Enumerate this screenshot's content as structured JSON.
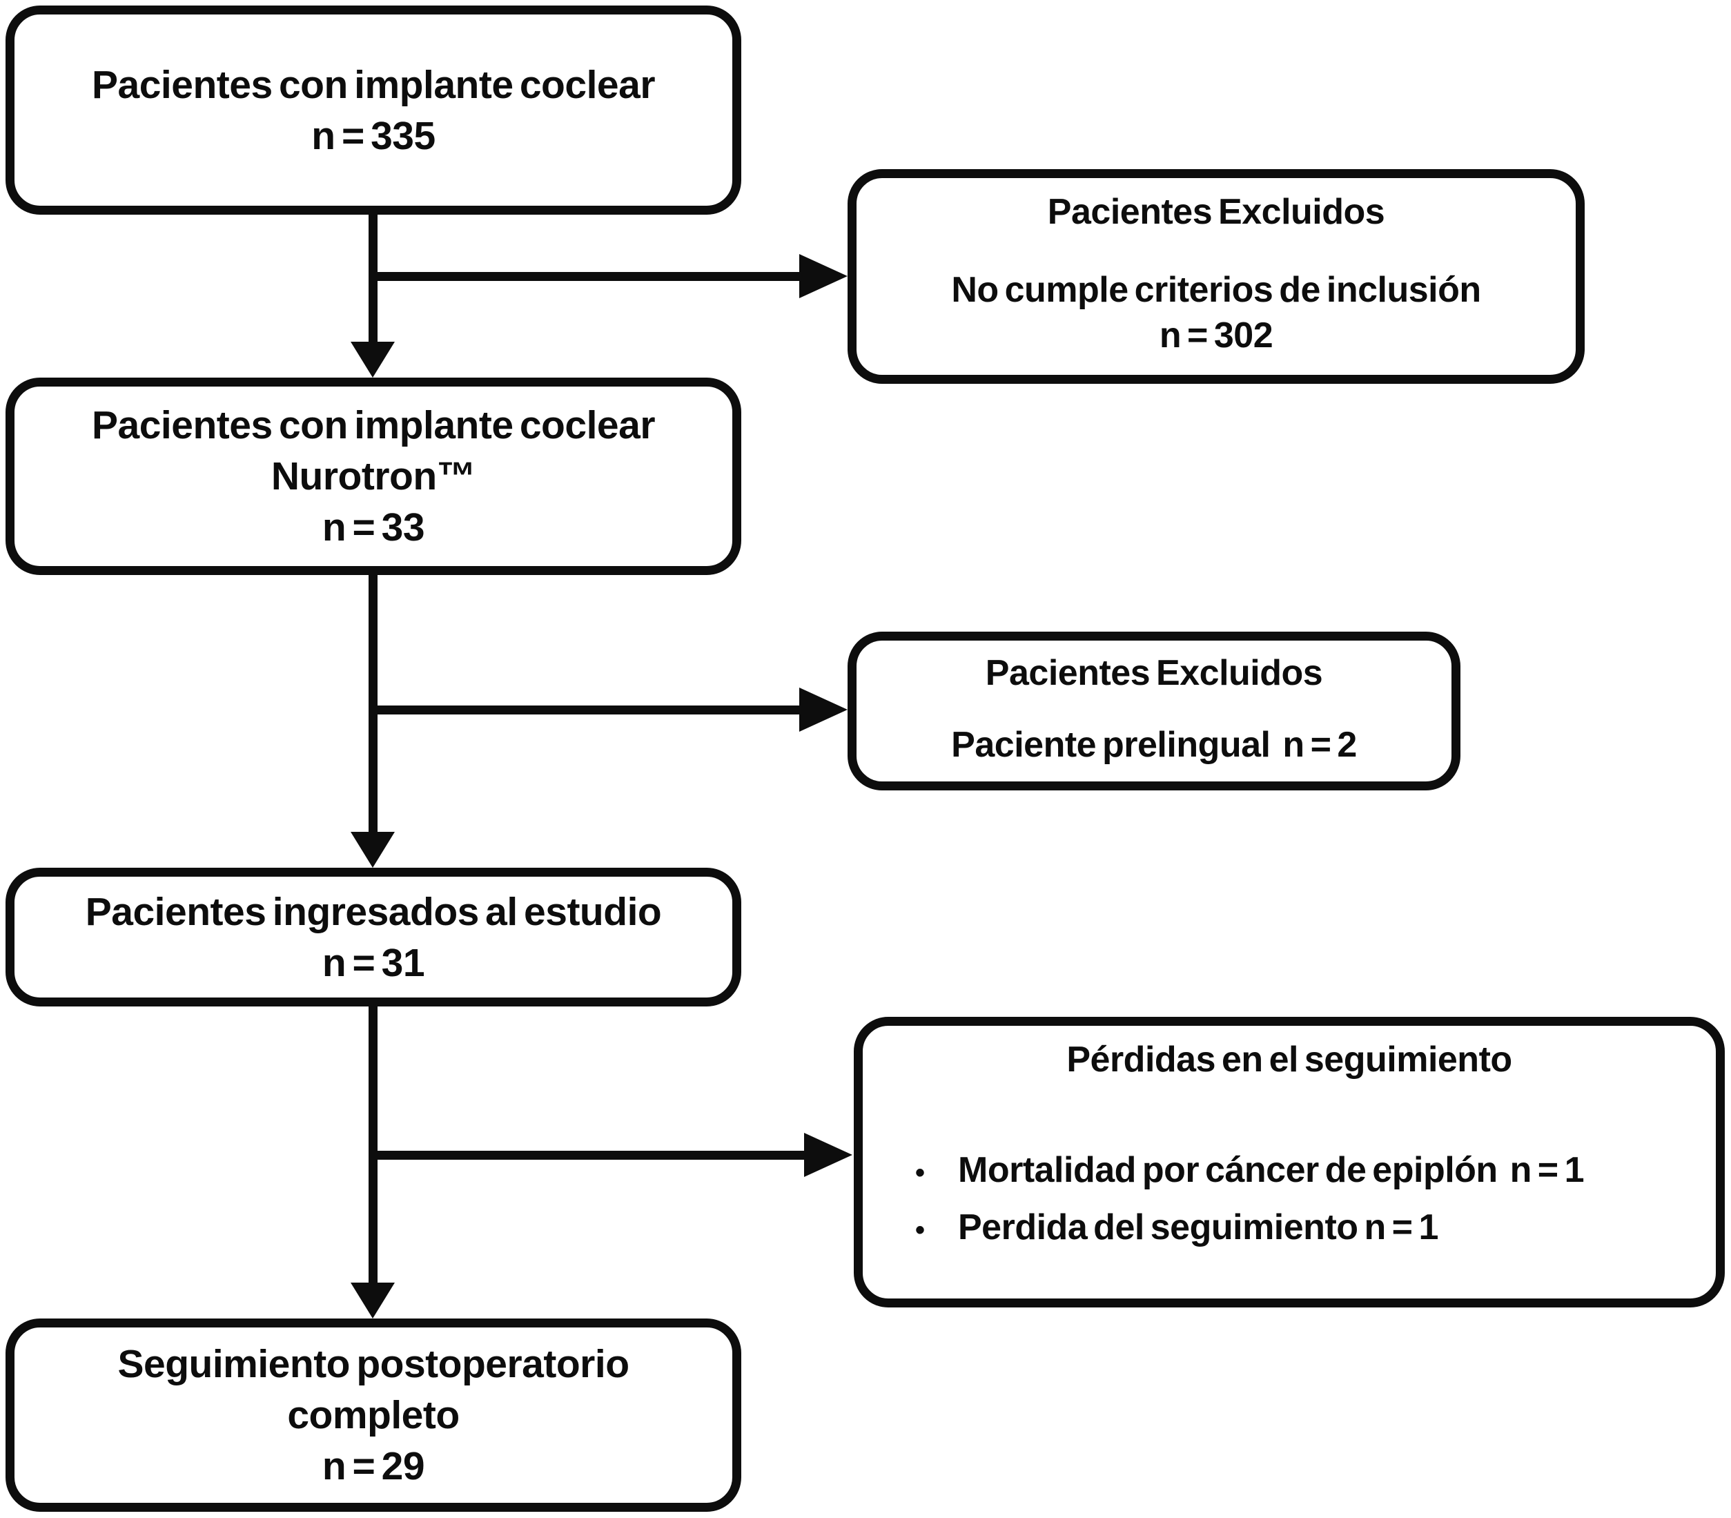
{
  "diagram": {
    "type": "patient-flow-diagram",
    "colors": {
      "ink": "#0d0d0d",
      "background": "#ffffff"
    },
    "bullet_glyph": "•",
    "boxes": {
      "cochlear_all": {
        "lines": [
          "Pacientes con implante coclear",
          "n = 335"
        ]
      },
      "excluded_1": {
        "title": "Pacientes Excluidos",
        "body": "No cumple criterios de inclusión",
        "count": "n = 302"
      },
      "nurotron": {
        "lines": [
          "Pacientes con implante coclear",
          "Nurotron™",
          "n = 33"
        ]
      },
      "excluded_2": {
        "title": "Pacientes Excluidos",
        "body": "Paciente prelingual  n = 2"
      },
      "enrolled": {
        "lines": [
          "Pacientes ingresados al estudio",
          "n = 31"
        ]
      },
      "losses": {
        "title": "Pérdidas en el seguimiento",
        "bullets": [
          "Mortalidad por cáncer de epiplón  n = 1",
          "Perdida del seguimiento n = 1"
        ]
      },
      "complete": {
        "lines": [
          "Seguimiento postoperatorio",
          "completo",
          "n = 29"
        ]
      }
    }
  }
}
